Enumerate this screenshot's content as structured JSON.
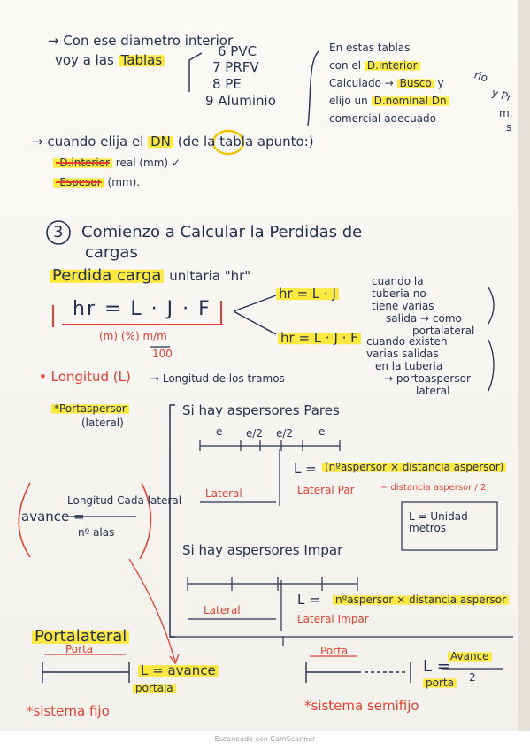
{
  "intro": {
    "line1": "→ Con ese diametro interior",
    "line2_pre": "voy a las",
    "line2_hl": "Tablas",
    "tables": [
      "6  PVC",
      "7  PRFV",
      "8  PE",
      "9  Aluminio"
    ],
    "note_l1": "En estas tablas",
    "note_l2_pre": "con el",
    "note_l2_hl": "D.interior",
    "note_l3_pre": "Calculado →",
    "note_l3_hl": "Busco",
    "note_l3_post": "y",
    "note_l4_pre": "elijo un",
    "note_l4_hl": "D.nominal Dn",
    "note_l5": "comercial adecuado"
  },
  "dn_section": {
    "line_pre": "→ cuando elija el",
    "line_hl": "DN",
    "line_post": "(de la tabla apunto:)",
    "item1_strike": "-D.interior",
    "item1_post": "real  (mm) ✓",
    "item2_strike": "-Espesor",
    "item2_post": "(mm)."
  },
  "section3": {
    "number": "3",
    "title_l1": "Comienzo a Calcular la Perdidas de",
    "title_l2": "cargas",
    "subtitle_hl": "Perdida carga",
    "subtitle_post": "unitaria \"hr\"",
    "formula": "hr = L · J · F",
    "units": "(m)    (%)      m/m",
    "units_denominator": "100",
    "case1_formula": "hr = L · J",
    "case1_note": [
      "cuando la",
      "tuberia no",
      "tiene varias",
      "salida → como",
      "portalateral"
    ],
    "case2_formula": "hr = L · J · F",
    "case2_note": [
      "cuando existen",
      "varias salidas",
      "en la tuberia",
      "→ portoaspersor",
      "lateral"
    ]
  },
  "longitud": {
    "label": "• Longitud (L)",
    "desc": "→ Longitud de los tramos",
    "porta_hl": "*Portaspersor",
    "porta_sub": "(lateral)",
    "pares_title": "Si hay aspersores Pares",
    "pares_marks": [
      "e",
      "e/2",
      "e/2",
      "e"
    ],
    "lateral_small": "Lateral",
    "pares_formula_pre": "L =",
    "pares_formula_body": "(nºaspersor × distancia aspersor)",
    "pares_formula_tail": "− distancia aspersor / 2",
    "pares_formula_label": "Lateral Par",
    "unit_box": "L = Unidad metros",
    "impar_title": "Si hay aspersores Impar",
    "impar_lateral": "Lateral",
    "impar_formula_pre": "L =",
    "impar_formula_body": "nºaspersor × distancia aspersor",
    "impar_formula_label": "Lateral Impar"
  },
  "avance": {
    "label": "avance =",
    "numerator": "Longitud Cada lateral",
    "denominator": "nº alas"
  },
  "portalateral": {
    "title_hl": "Portalateral",
    "fijo_porta": "Porta",
    "fijo_formula": "L = avance",
    "fijo_sub": "portala",
    "fijo_label": "*sistema fijo",
    "semi_porta": "Porta",
    "semi_formula_pre": "L =",
    "semi_formula_num": "Avance",
    "semi_formula_den": "2",
    "semi_sub": "porta",
    "semi_label": "*sistema semifijo"
  },
  "edge": {
    "right1": "rio",
    "right2": "y Pr",
    "right3": "m,",
    "right4": "s"
  },
  "footer": {
    "text": "Escaneado con CamScanner"
  }
}
